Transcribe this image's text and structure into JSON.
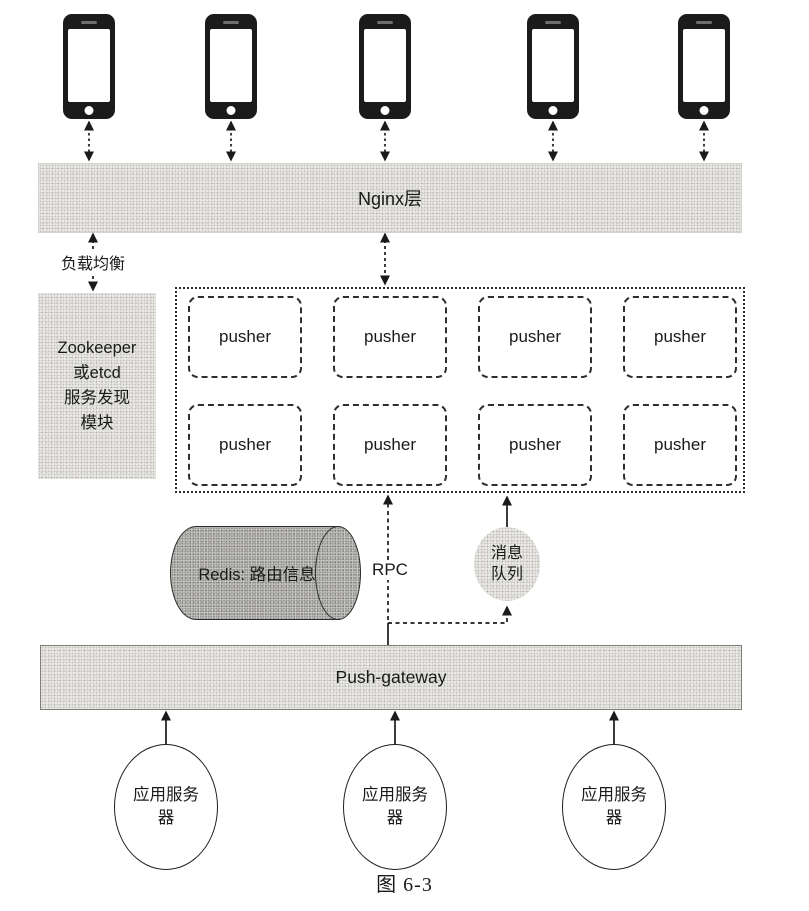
{
  "figure": {
    "caption": "图 6-3"
  },
  "devices": {
    "phone_count": 5,
    "icon": "smartphone-icon"
  },
  "nginx_layer": {
    "label": "Nginx层"
  },
  "load_balance": {
    "label": "负载均衡"
  },
  "service_discovery": {
    "label": "Zookeeper\n或etcd\n服务发现\n模块"
  },
  "pusher_cluster": {
    "pushers": [
      "pusher",
      "pusher",
      "pusher",
      "pusher",
      "pusher",
      "pusher",
      "pusher",
      "pusher"
    ]
  },
  "redis": {
    "label": "Redis: 路由信息"
  },
  "rpc": {
    "label": "RPC"
  },
  "message_queue": {
    "label": "消息\n队列"
  },
  "push_gateway": {
    "label": "Push-gateway"
  },
  "app_servers": {
    "labels": [
      "应用服务\n器",
      "应用服务\n器",
      "应用服务\n器"
    ]
  },
  "colors": {
    "line": "#1a1a1a",
    "layer_fill": "#e9e8e4",
    "discovery_fill": "#e9e8e4",
    "cylinder_fill": "#c7c6c2",
    "queue_fill": "#e9e8e4",
    "box_fill": "#ffffff"
  }
}
